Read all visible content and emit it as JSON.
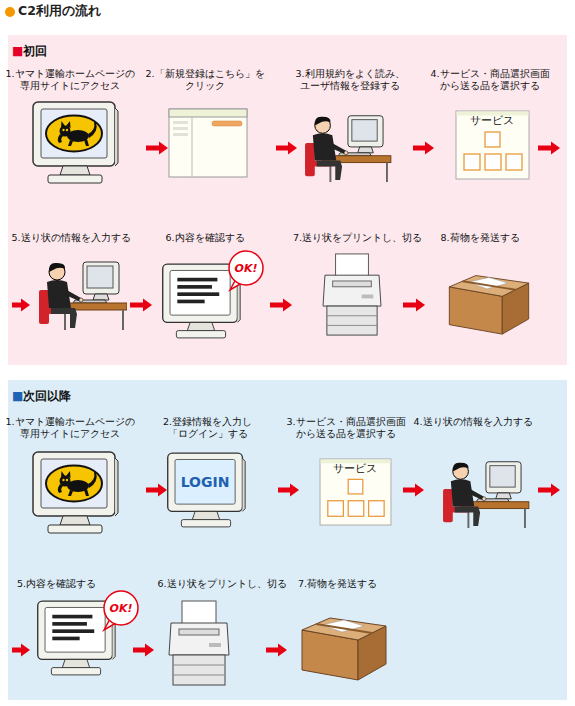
{
  "diagram": {
    "title": "C2利用の流れ",
    "nodes": [
      {
        "text": [
          "■初回"
        ]
      },
      {
        "text": [
          "1.ヤマト運輸ホームページの 専用サイトにアクセス"
        ],
        "in": 0
      },
      {
        "text": [
          "2.「新規登録はこちら」を クリック"
        ],
        "in": 0
      },
      {
        "text": [
          "3.利用規約をよく読み、 ユーザ情報を登録する"
        ],
        "in": 0
      },
      {
        "text": [
          "4.サービス・商品選択画面 から送る品を選択する"
        ],
        "in": 0
      },
      {
        "text": [
          "5.送り状の情報を入力する"
        ],
        "in": 0
      },
      {
        "text": [
          "6.内容を確認する"
        ],
        "in": 0
      },
      {
        "text": [
          "7.送り状をプリントし、切る"
        ],
        "in": 0
      },
      {
        "text": [
          "8.荷物を発送する"
        ],
        "in": 0
      },
      {
        "text": [
          "■次回以降"
        ]
      },
      {
        "text": [
          "1.ヤマト運輸ホームページの 専用サイトにアクセス"
        ],
        "in": 9
      },
      {
        "text": [
          "2.登録情報を入力し 「ログイン」する"
        ],
        "in": 9
      },
      {
        "text": [
          "3.サービス・商品選択画面 から送る品を選択する"
        ],
        "in": 9
      },
      {
        "text": [
          "4.送り状の情報を入力する"
        ],
        "in": 9
      },
      {
        "text": [
          "5.内容を確認する"
        ],
        "in": 9
      },
      {
        "text": [
          "6.送り状をプリントし、切る"
        ],
        "in": 9
      },
      {
        "text": [
          "7.荷物を発送する"
        ],
        "in": 9
      }
    ],
    "edges": [
      {
        "from": 1,
        "to": 2,
        "arrow": "to"
      },
      {
        "from": 2,
        "to": 3,
        "arrow": "to"
      },
      {
        "from": 3,
        "to": 4,
        "arrow": "to"
      },
      {
        "from": 4,
        "to": 5,
        "arrow": "to"
      },
      {
        "from": 5,
        "to": 6,
        "arrow": "to"
      },
      {
        "from": 6,
        "to": 7,
        "arrow": "to"
      },
      {
        "from": 7,
        "to": 8,
        "arrow": "to"
      },
      {
        "from": 10,
        "to": 11,
        "arrow": "to"
      },
      {
        "from": 11,
        "to": 12,
        "arrow": "to"
      },
      {
        "from": 12,
        "to": 13,
        "arrow": "to"
      },
      {
        "from": 13,
        "to": 14,
        "arrow": "to"
      },
      {
        "from": 14,
        "to": 15,
        "arrow": "to"
      },
      {
        "from": 15,
        "to": 16,
        "arrow": "to"
      }
    ],
    "labels": [
      "サービス",
      "OK!",
      "LOGIN",
      "サービス",
      "OK!"
    ]
  }
}
